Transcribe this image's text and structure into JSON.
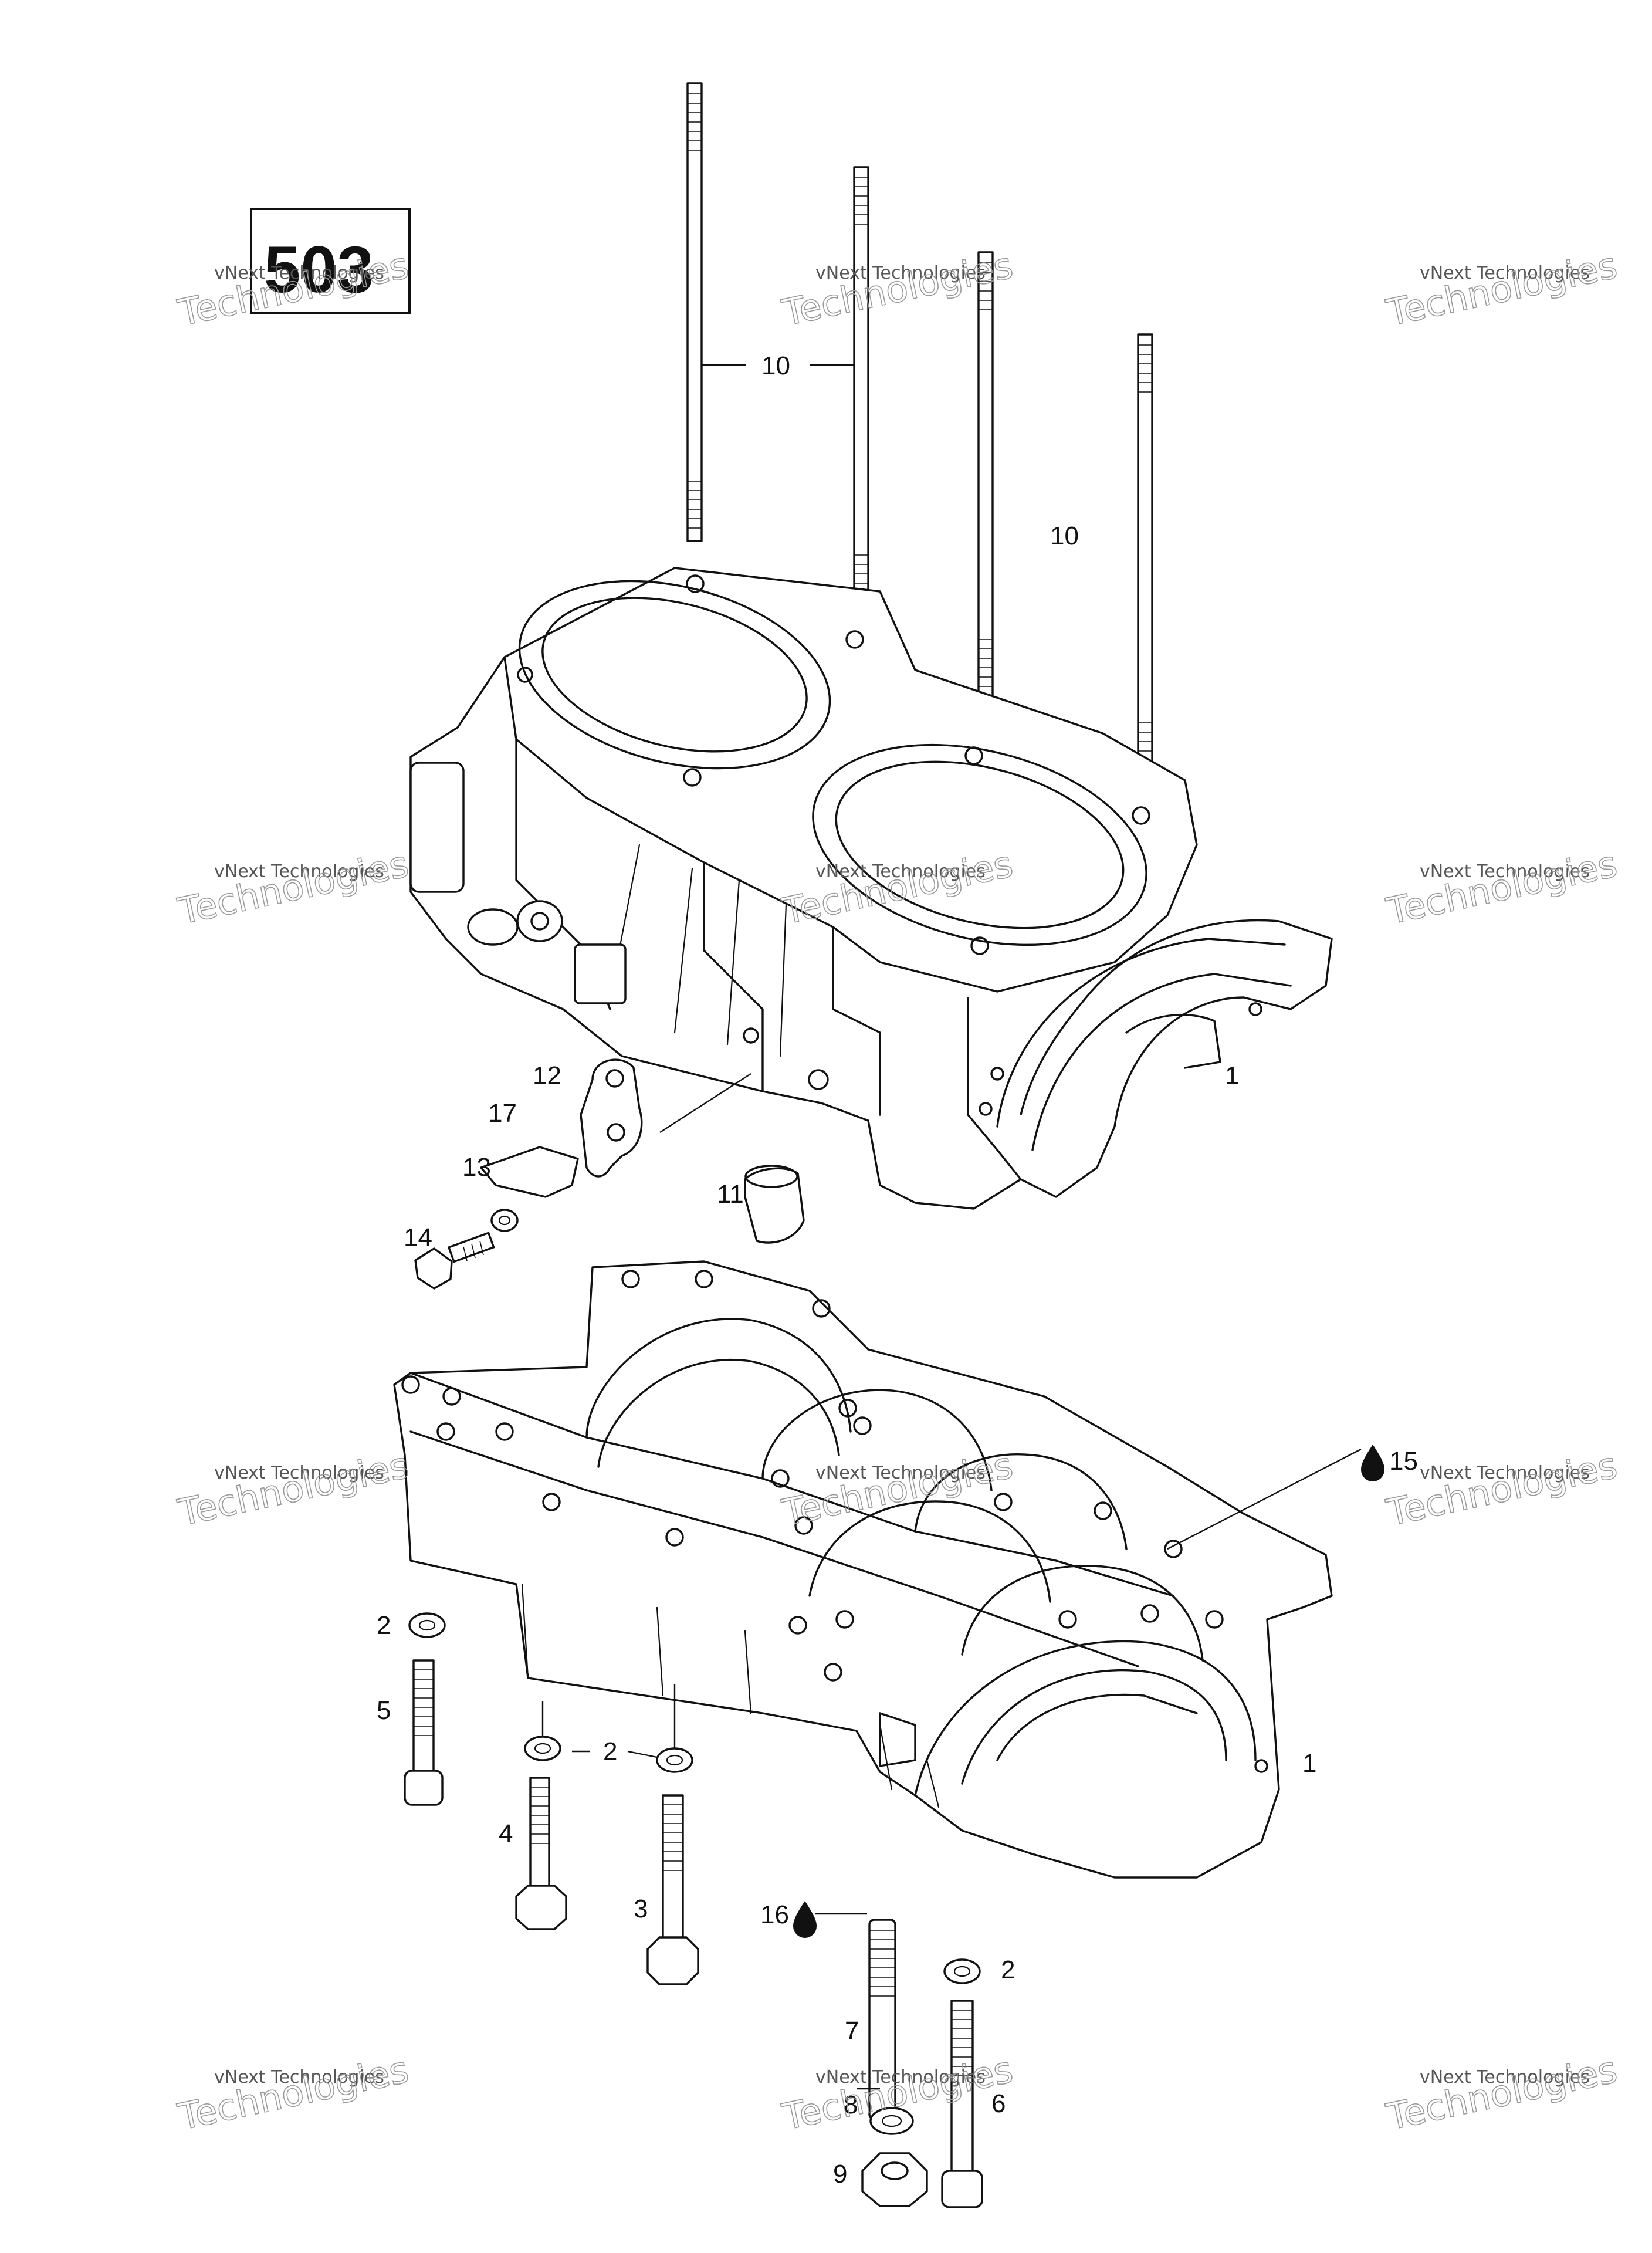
{
  "model": {
    "label": "503"
  },
  "watermark": {
    "line1": "vNext Technologies",
    "line2": "Technologies"
  },
  "callouts": [
    {
      "id": "c10a",
      "text": "10"
    },
    {
      "id": "c10b",
      "text": "10"
    },
    {
      "id": "c1a",
      "text": "1"
    },
    {
      "id": "c12",
      "text": "12"
    },
    {
      "id": "c17",
      "text": "17"
    },
    {
      "id": "c13",
      "text": "13"
    },
    {
      "id": "c11",
      "text": "11"
    },
    {
      "id": "c14",
      "text": "14"
    },
    {
      "id": "c15",
      "text": "15"
    },
    {
      "id": "c2a",
      "text": "2"
    },
    {
      "id": "c5",
      "text": "5"
    },
    {
      "id": "c2b",
      "text": "2"
    },
    {
      "id": "c1b",
      "text": "1"
    },
    {
      "id": "c4",
      "text": "4"
    },
    {
      "id": "c3",
      "text": "3"
    },
    {
      "id": "c16",
      "text": "16"
    },
    {
      "id": "c2c",
      "text": "2"
    },
    {
      "id": "c7",
      "text": "7"
    },
    {
      "id": "c6",
      "text": "6"
    },
    {
      "id": "c8",
      "text": "8"
    },
    {
      "id": "c9",
      "text": "9"
    }
  ],
  "icons": {
    "drop": "oil-drop-icon"
  }
}
